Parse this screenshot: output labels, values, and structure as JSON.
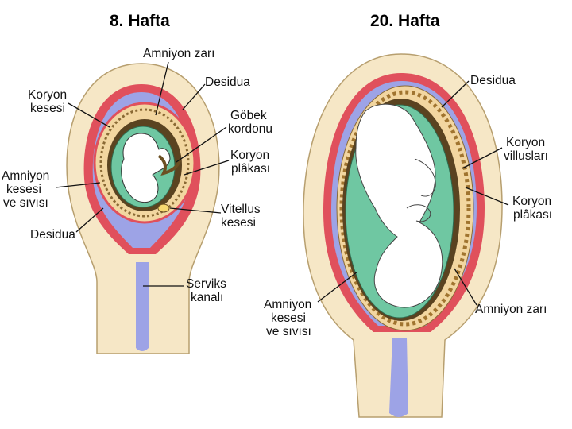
{
  "titles": {
    "left": "8. Hafta",
    "right": "20. Hafta"
  },
  "left_labels": {
    "amniyon_zari": "Amniyon zarı",
    "desidua_top": "Desidua",
    "koryon_kesesi": [
      "Koryon",
      "kesesi"
    ],
    "gobek_kordonu": [
      "Göbek",
      "kordonu"
    ],
    "koryon_plakasi": [
      "Koryon",
      "plâkası"
    ],
    "amniyon_kesesi": [
      "Amniyon",
      "kesesi",
      "ve sıvısı"
    ],
    "vitellus_kesesi": [
      "Vitellus",
      "kesesi"
    ],
    "desidua_bottom": "Desidua",
    "serviks_kanali": [
      "Serviks",
      "kanalı"
    ]
  },
  "right_labels": {
    "desidua": "Desidua",
    "koryon_villuslari": [
      "Koryon",
      "villusları"
    ],
    "koryon_plakasi": [
      "Koryon",
      "plâkası"
    ],
    "amniyon_kesesi": [
      "Amniyon",
      "kesesi",
      "ve sıvısı"
    ],
    "amniyon_zari": "Amniyon zarı"
  },
  "colors": {
    "uterus_wall": "#f6e7c6",
    "wall_outline": "#b79f6f",
    "decidua_red": "#e0505c",
    "cavity_blue": "#9da3e6",
    "amniotic_green": "#6fc7a2",
    "chorion_brown": "#5a4320",
    "fetus_fill": "#ffffff"
  }
}
